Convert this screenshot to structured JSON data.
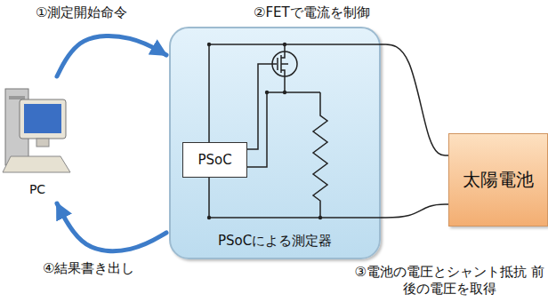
{
  "diagram": {
    "nodes": [
      {
        "text": [
          "PC"
        ]
      },
      {
        "text": [
          "PSoCによる測定器"
        ]
      },
      {
        "text": [
          "PSoC"
        ],
        "in": 1
      },
      {
        "text": [
          "太陽電池"
        ]
      }
    ],
    "edges": [
      {
        "from": 0,
        "to": 1,
        "label": "①測定開始命令",
        "arrow": "to"
      },
      {
        "from": 1,
        "to": 0,
        "label": "④結果書き出し",
        "arrow": "to"
      },
      {
        "from": 1,
        "to": 3,
        "arrow": "none"
      },
      {
        "from": 1,
        "to": 3,
        "arrow": "none"
      }
    ],
    "labels": [
      "②FETで電流を制御",
      "③電池の電圧とシャント抵抗 前後の電圧を取得"
    ]
  }
}
